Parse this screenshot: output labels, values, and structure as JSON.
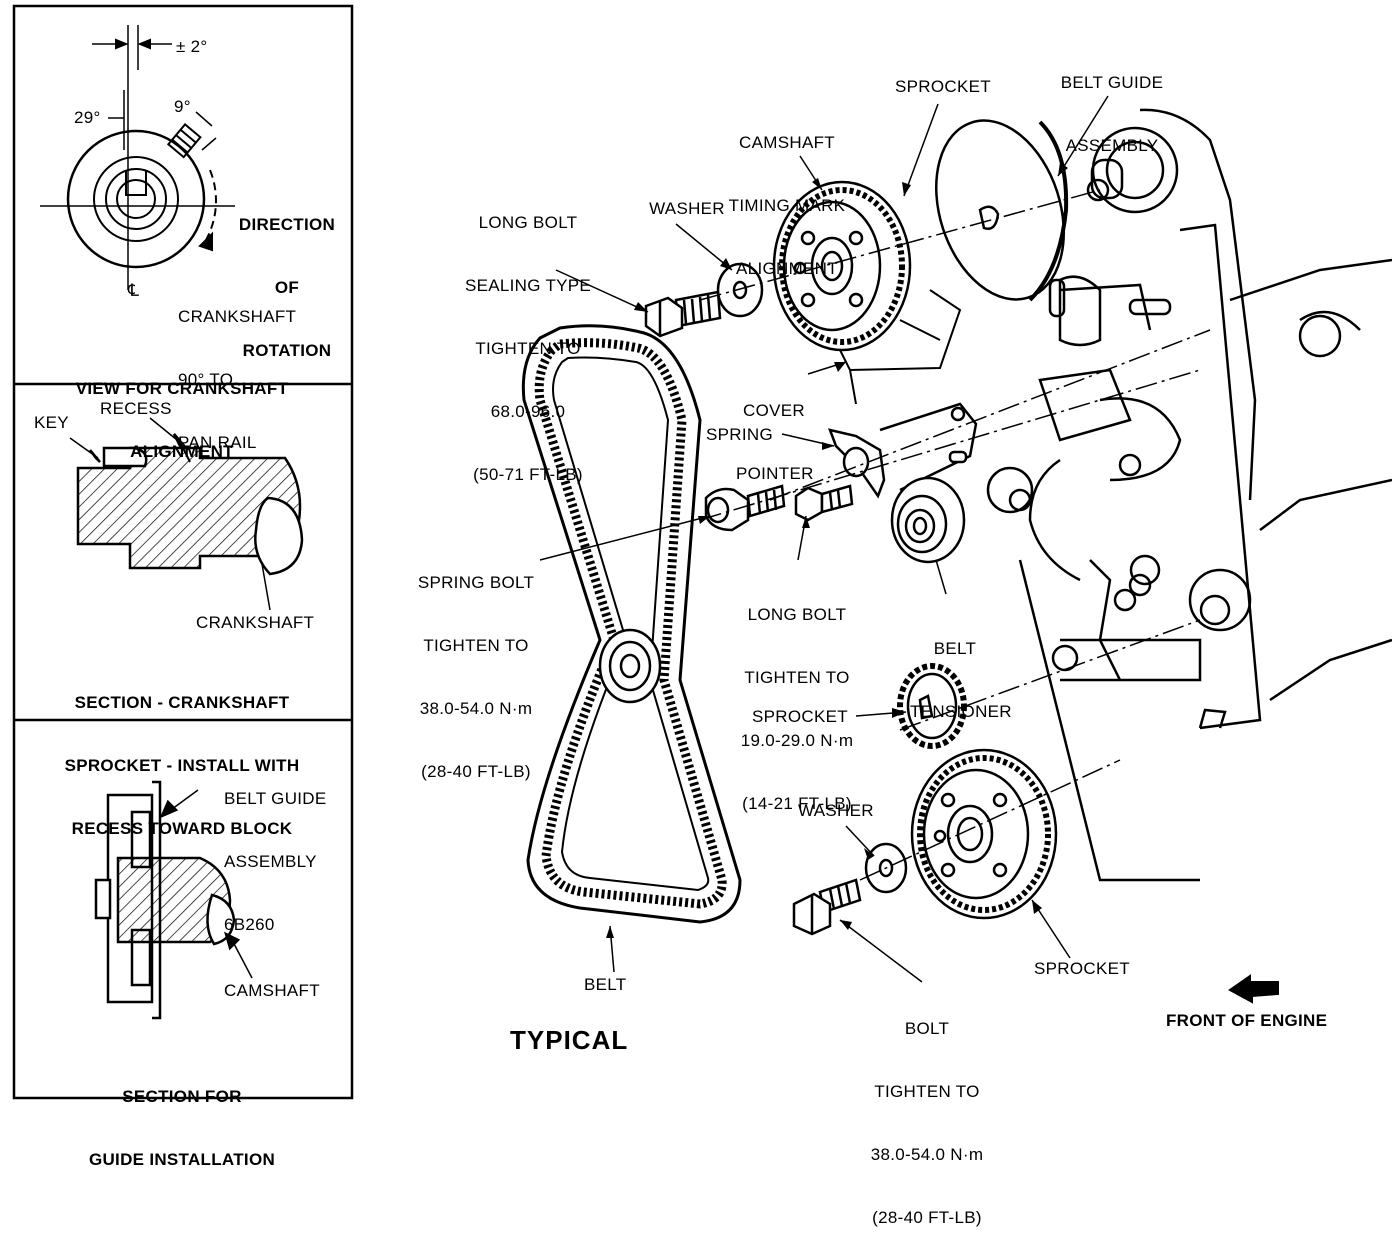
{
  "panels": {
    "crank_alignment": {
      "tolerance": "± 2°",
      "angle_29": "29°",
      "angle_9": "9°",
      "centerline": "℄",
      "direction": [
        "DIRECTION",
        "OF",
        "ROTATION"
      ],
      "crank_note": [
        "CRANKSHAFT",
        "90° TO",
        "PAN RAIL"
      ],
      "caption": [
        "VIEW FOR CRANKSHAFT",
        "ALIGNMENT"
      ]
    },
    "sprocket_section": {
      "key": "KEY",
      "recess": "RECESS",
      "crankshaft": "CRANKSHAFT",
      "caption": [
        "SECTION - CRANKSHAFT",
        "SPROCKET - INSTALL WITH",
        "RECESS TOWARD BLOCK"
      ]
    },
    "guide_section": {
      "guide": [
        "BELT GUIDE",
        "ASSEMBLY",
        "6B260"
      ],
      "camshaft": "CAMSHAFT",
      "caption": [
        "SECTION FOR",
        "GUIDE INSTALLATION"
      ]
    }
  },
  "main": {
    "belt_guide_assembly": [
      "BELT GUIDE",
      "ASSEMBLY"
    ],
    "sprocket_top": "SPROCKET",
    "camshaft_timing": [
      "CAMSHAFT",
      "TIMING MARK",
      "ALIGNMENT"
    ],
    "long_bolt_top": [
      "LONG BOLT",
      "SEALING TYPE",
      "TIGHTEN TO",
      "68.0-96.0",
      "(50-71 FT-LB)"
    ],
    "washer_top": "WASHER",
    "cover_pointer": [
      "COVER",
      "POINTER"
    ],
    "spring": "SPRING",
    "spring_bolt": [
      "SPRING BOLT",
      "TIGHTEN TO",
      "38.0-54.0 N·m",
      "(28-40 FT-LB)"
    ],
    "long_bolt_mid": [
      "LONG BOLT",
      "TIGHTEN TO",
      "19.0-29.0 N·m",
      "(14-21 FT-LB)"
    ],
    "belt_tensioner": [
      "BELT",
      "TENSIONER"
    ],
    "sprocket_mid": "SPROCKET",
    "washer_bottom": "WASHER",
    "belt": "BELT",
    "bolt_bottom": [
      "BOLT",
      "TIGHTEN TO",
      "38.0-54.0 N·m",
      "(28-40 FT-LB)"
    ],
    "sprocket_bottom": "SPROCKET",
    "front_of_engine": "FRONT OF ENGINE",
    "typical": "TYPICAL"
  }
}
